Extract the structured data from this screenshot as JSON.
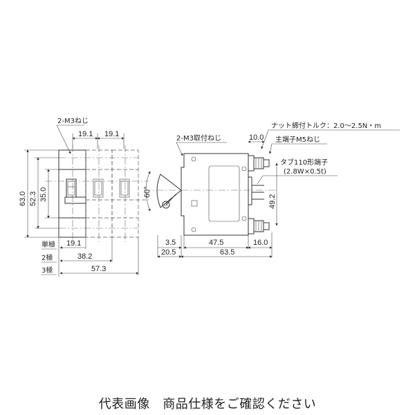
{
  "front_view": {
    "screw_label": "2-M3ねじ",
    "pitch_1": "19.1",
    "pitch_2": "19.1",
    "height_total": "63.0",
    "height_mount": "52.3",
    "height_inner": "35.0",
    "pole_table": [
      {
        "label": "単極",
        "width": "19.1"
      },
      {
        "label": "2極",
        "width": "38.2"
      },
      {
        "label": "3極",
        "width": "57.3"
      }
    ]
  },
  "side_view": {
    "mount_screw_label": "2-M3取付ねじ",
    "torque_label": "ナット締付トルク：2.0〜2.5N・m",
    "terminal_label": "主端子M5ねじ",
    "tab_label": "タブ110形端子",
    "tab_spec": "(2.8W×0.5t)",
    "angle": "60°",
    "dim_top": "10.0",
    "dim_vertical": "49.2",
    "dim_handle_offset": "3.5",
    "dim_body": "47.5",
    "dim_terminal": "16.0",
    "dim_handle_total": "20.5",
    "dim_total": "63.5"
  },
  "caption": "代表画像　商品仕様をご確認ください"
}
